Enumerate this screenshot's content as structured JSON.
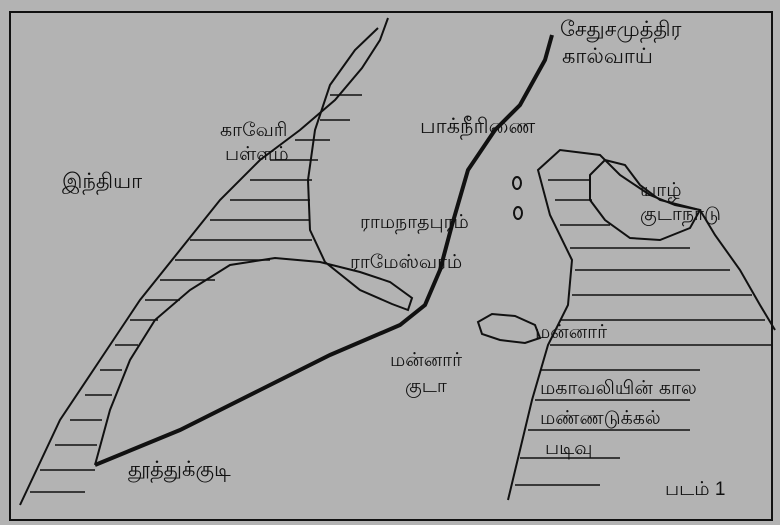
{
  "labels": {
    "india": "இந்தியா",
    "cauvery_line1": "காவேரி",
    "cauvery_line2": "பள்ளம்",
    "palk_strait": "பாக்நீரிணை",
    "sethu_line1": "சேதுசமுத்திர",
    "sethu_line2": "கால்வாய்",
    "jaffna_line1": "யாழ்",
    "jaffna_line2": "குடாநாடு",
    "ramanathapuram": "ராமநாதபுரம்",
    "rameswaram": "ராமேஸ்வரம்",
    "mannar_island": "மன்னார்",
    "gulf_line1": "மன்னார்",
    "gulf_line2": "குடா",
    "basin_line1": "மகாவலியின் கால",
    "basin_line2": "மண்ணடுக்கல்",
    "basin_line3": "படிவு",
    "tuticorin": "தூத்துக்குடி",
    "figure": "படம் 1"
  },
  "colors": {
    "paper": "#b3b3b3",
    "ink": "#111111"
  }
}
